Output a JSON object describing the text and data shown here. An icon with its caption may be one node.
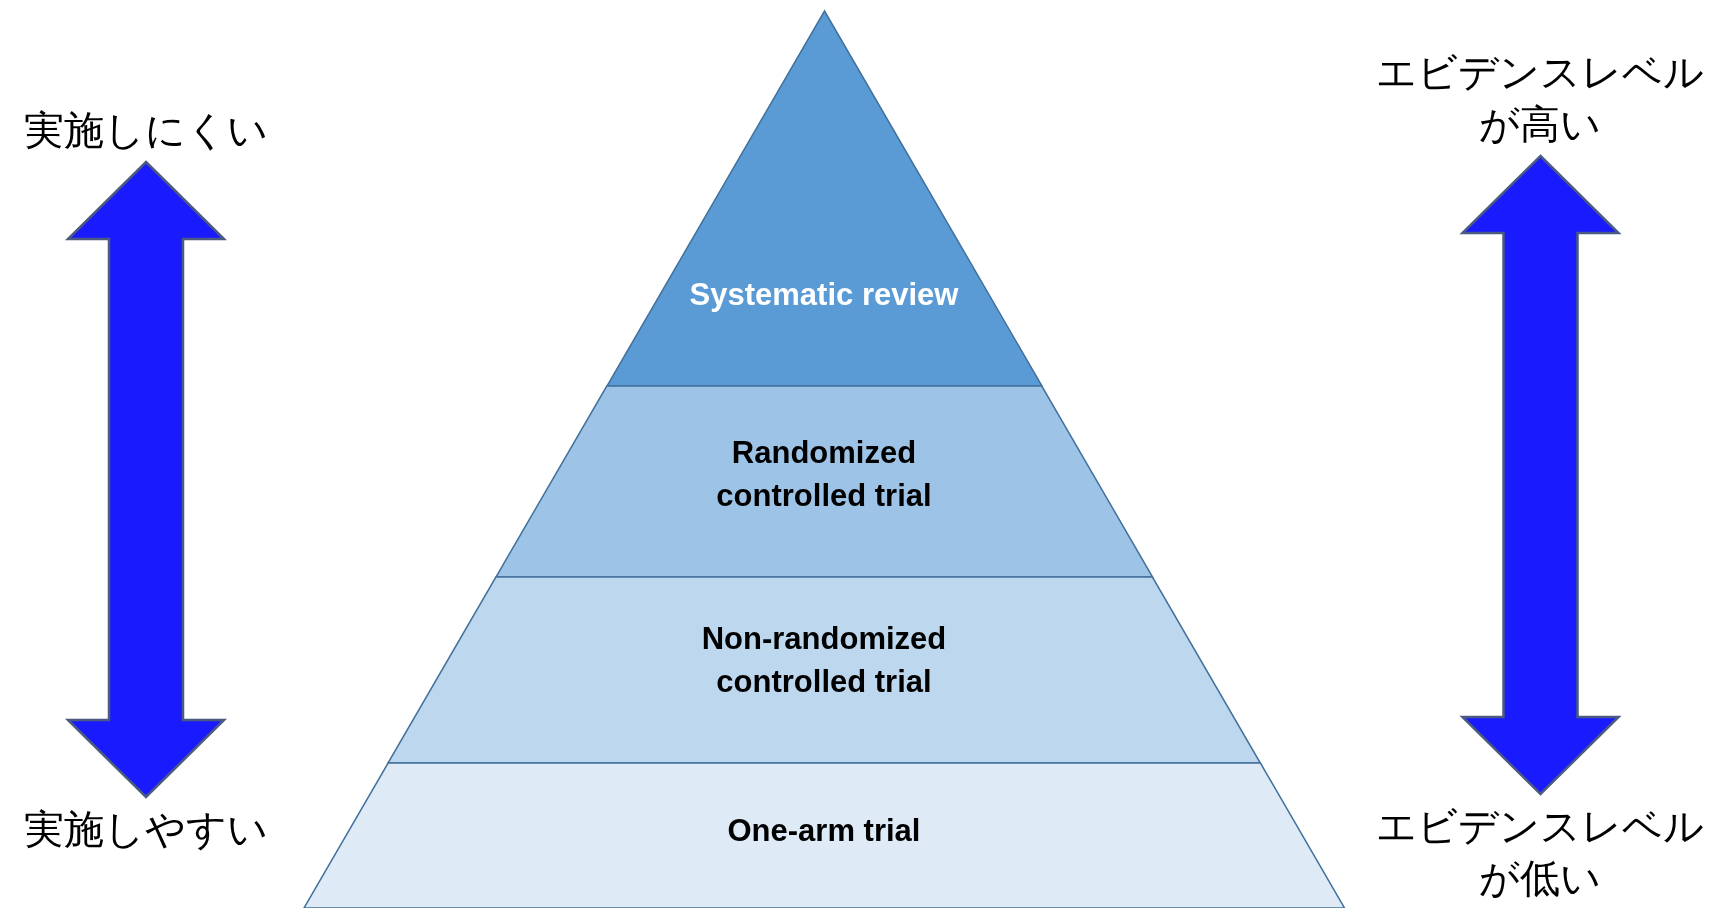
{
  "diagram": {
    "nodes": [
      {
        "text": [
          "Systematic review"
        ]
      },
      {
        "text": [
          "Randomized controlled trial"
        ]
      },
      {
        "text": [
          "Non-randomized controlled trial"
        ]
      },
      {
        "text": [
          "One-arm trial"
        ]
      },
      {
        "text": [
          "実施しにくい"
        ]
      },
      {
        "text": [
          "実施しやすい"
        ]
      },
      {
        "text": [
          "エビデンスレベルが高い"
        ]
      },
      {
        "text": [
          "エビデンスレベルが低い"
        ]
      }
    ],
    "edges": [
      {
        "from": 4,
        "to": 5,
        "arrow": "both"
      },
      {
        "from": 6,
        "to": 7,
        "arrow": "both"
      }
    ]
  }
}
